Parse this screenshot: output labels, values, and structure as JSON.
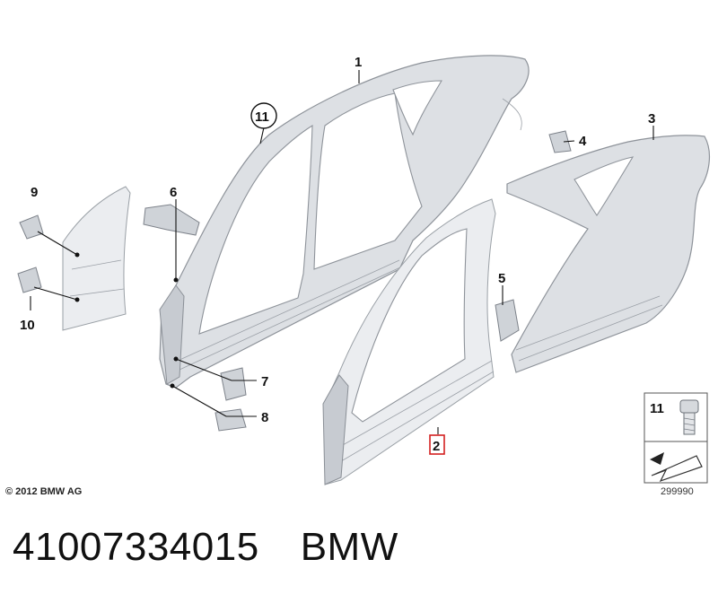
{
  "diagram": {
    "callouts": {
      "c1": "1",
      "c2": "2",
      "c3": "3",
      "c4": "4",
      "c5": "5",
      "c6": "6",
      "c7": "7",
      "c8": "8",
      "c9": "9",
      "c10": "10",
      "c11": "11"
    },
    "legend_box": {
      "label": "11"
    },
    "copyright": "© 2012 BMW AG",
    "reference_number": "299990"
  },
  "footer": {
    "part_number": "41007334015",
    "brand": "BMW"
  }
}
